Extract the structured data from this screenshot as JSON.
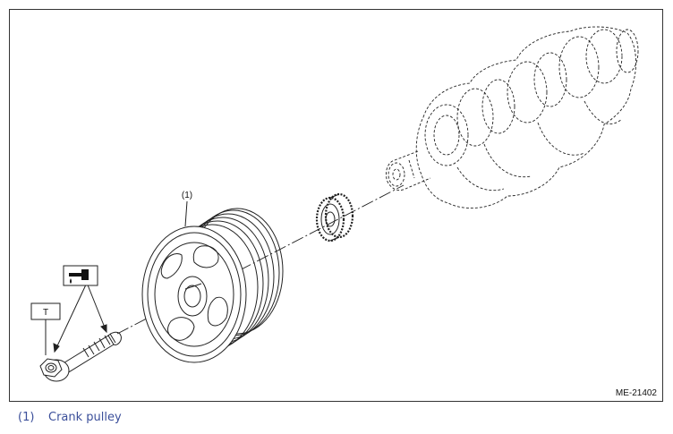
{
  "figure": {
    "id": "ME-21402",
    "callout_1": "(1)",
    "tool_label": "T",
    "icons": [
      "oil-application-icon",
      "torque-tool-label"
    ]
  },
  "legend": [
    {
      "num": "(1)",
      "label": "Crank pulley"
    }
  ],
  "colors": {
    "line": "#222222",
    "caption": "#3b4f9a"
  }
}
